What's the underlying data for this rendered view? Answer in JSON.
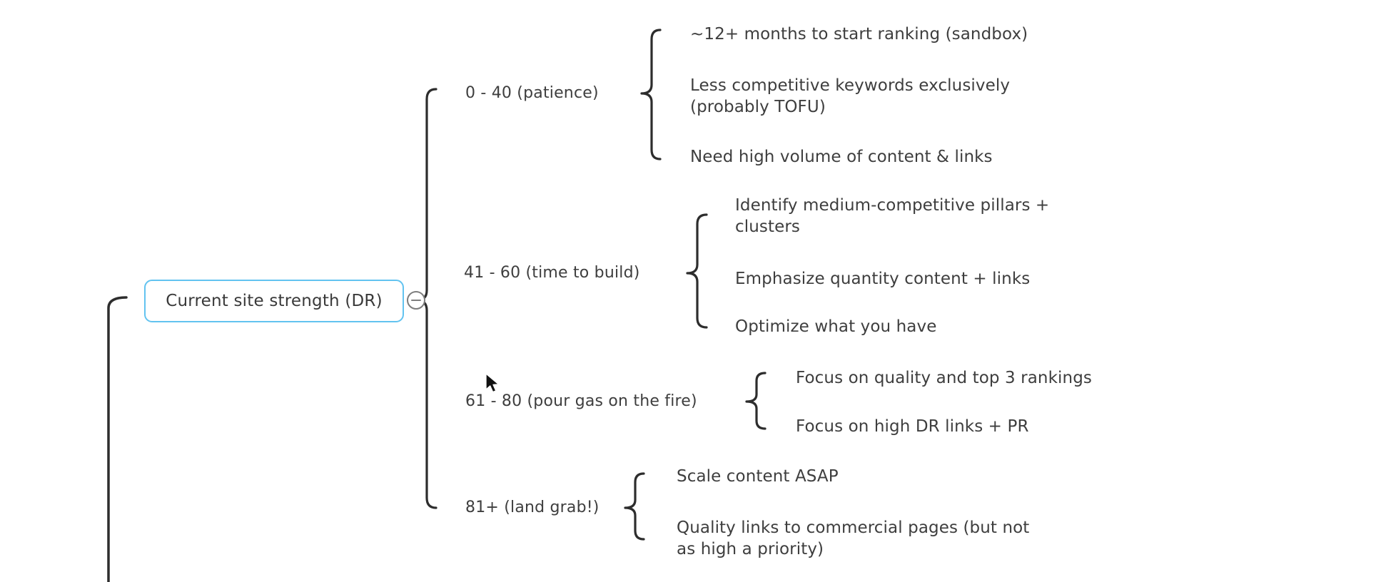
{
  "app": {
    "type": "mind-map-whiteboard",
    "background_color": "#ffffff"
  },
  "colors": {
    "root_border": "#62c3f0",
    "text": "#3e3e3e",
    "brace_connector": "#2d2d2d",
    "collapse_icon": "#7d7d7d"
  },
  "root": {
    "label": "Current site strength (DR)",
    "collapse_icon": "minus-circle-icon",
    "collapsed": false
  },
  "branches": [
    {
      "label": "0 - 40 (patience)",
      "children": [
        {
          "lines": [
            "~12+ months to start ranking (sandbox)"
          ]
        },
        {
          "lines": [
            "Less competitive keywords exclusively",
            "(probably TOFU)"
          ]
        },
        {
          "lines": [
            "Need high volume of content & links"
          ]
        }
      ]
    },
    {
      "label": "41 - 60 (time to build)",
      "children": [
        {
          "lines": [
            "Identify medium-competitive pillars +",
            "clusters"
          ]
        },
        {
          "lines": [
            "Emphasize quantity content + links"
          ]
        },
        {
          "lines": [
            "Optimize what you have"
          ]
        }
      ]
    },
    {
      "label": "61 - 80 (pour gas on the fire)",
      "children": [
        {
          "lines": [
            "Focus on quality and top 3 rankings"
          ]
        },
        {
          "lines": [
            "Focus on high DR links + PR"
          ]
        }
      ]
    },
    {
      "label": "81+ (land grab!)",
      "children": [
        {
          "lines": [
            "Scale content ASAP"
          ]
        },
        {
          "lines": [
            "Quality links to commercial pages (but not",
            "as high a priority)"
          ]
        }
      ]
    }
  ],
  "cursor": {
    "type": "arrow-pointer"
  }
}
